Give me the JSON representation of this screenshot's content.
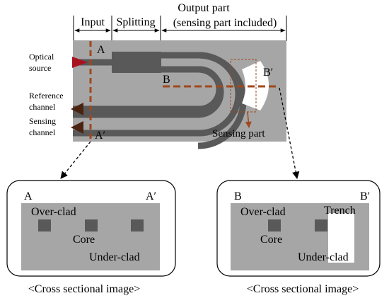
{
  "header": {
    "input": "Input",
    "splitting": "Splitting",
    "output_line1": "Output part",
    "output_line2": "(sensing part included)"
  },
  "side_labels": {
    "optical_source_1": "Optical",
    "optical_source_2": "source",
    "reference_1": "Reference",
    "reference_2": "channel",
    "sensing_1": "Sensing",
    "sensing_2": "channel"
  },
  "markers": {
    "a": "A",
    "a_prime": "A′",
    "b": "B",
    "b_prime": "B′"
  },
  "sensing_part_label": "Sensing part",
  "left_panel": {
    "corner_left": "A",
    "corner_right": "A′",
    "over_clad": "Over-clad",
    "core": "Core",
    "under_clad": "Under-clad",
    "caption": "<Cross sectional image>"
  },
  "right_panel": {
    "corner_left": "B",
    "corner_right": "B′",
    "over_clad": "Over-clad",
    "trench": "Trench",
    "core": "Core",
    "under_clad": "Under-clad",
    "caption": "<Cross sectional image>"
  },
  "colors": {
    "chip": "#a6a6a6",
    "waveguide": "#595959",
    "dashed_line": "#a0481c",
    "arrow": "#7b3a1a",
    "core": "#595959",
    "panel_clad": "#a6a6a6"
  }
}
